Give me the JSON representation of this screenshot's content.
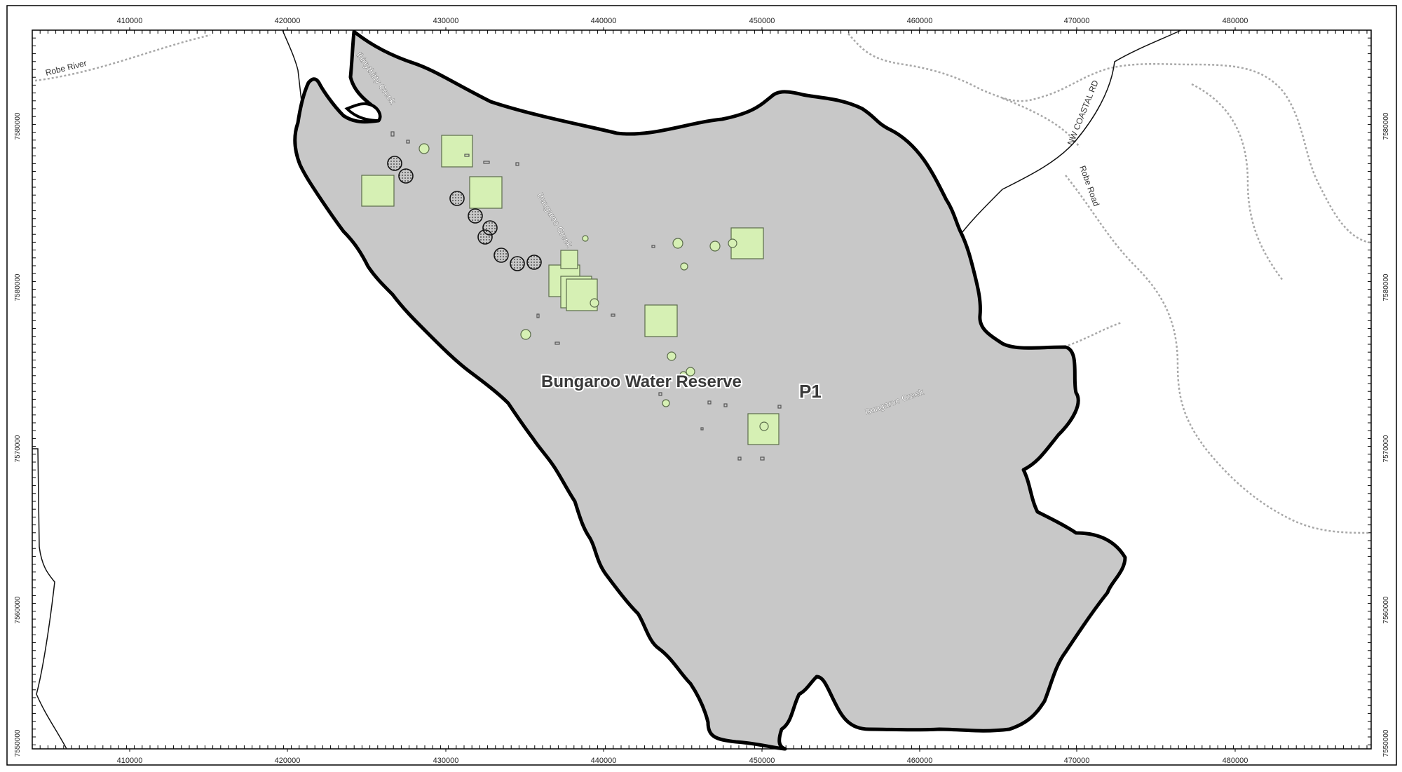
{
  "map": {
    "colors": {
      "catchment_fill": "#c8c8c8",
      "catchment_outline": "#000000",
      "site_fill": "#d6f0b4",
      "site_outline": "#5a6b4a",
      "road": "#111111",
      "river": "#a8a8a8",
      "frame": "#000000"
    },
    "x_ticks": [
      "410000",
      "420000",
      "430000",
      "440000",
      "450000",
      "460000",
      "470000",
      "480000"
    ],
    "y_ticks": [
      "7580000",
      "7580000",
      "7570000",
      "7560000",
      "7550000"
    ],
    "labels": {
      "reserve": "Bungaroo Water Reserve",
      "p1": "P1",
      "robe_river": "Robe River",
      "thirty_creek": "thirtythirty Creek",
      "bungaroo_creek_upper": "Bungaroo Creek",
      "bungaroo_creek_lower": "Bungaroo Creek",
      "robe_road": "Robe Road",
      "n_road": "NW COASTAL RD"
    }
  }
}
